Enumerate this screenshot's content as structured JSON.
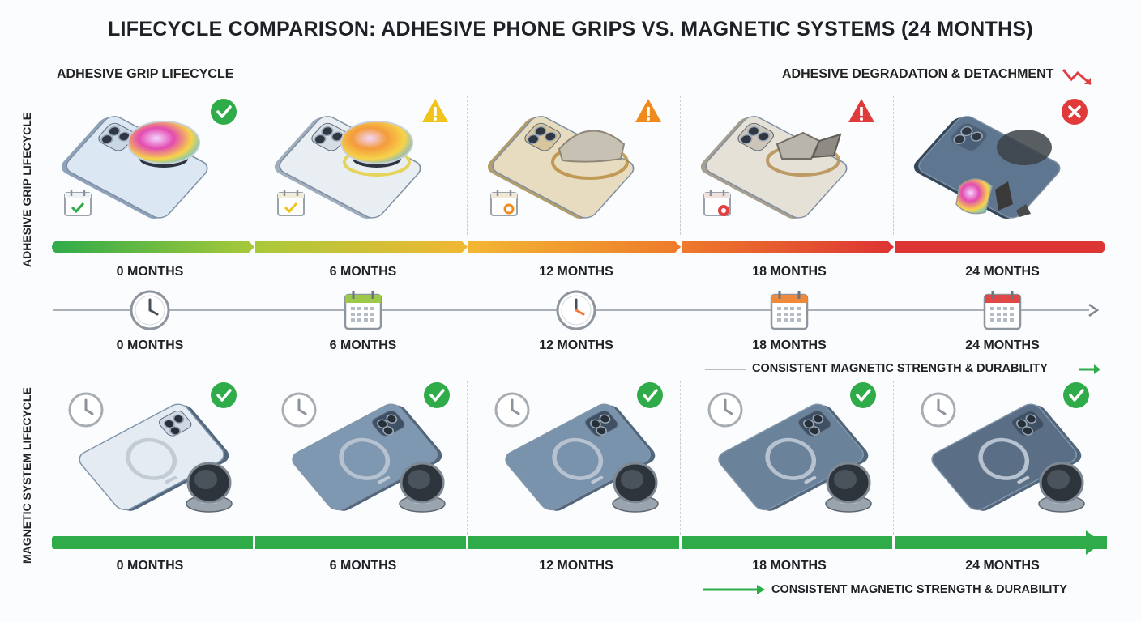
{
  "title": "LIFECYCLE COMPARISON: ADHESIVE PHONE GRIPS VS. MAGNETIC SYSTEMS (24 MONTHS)",
  "adhesive": {
    "header_label": "ADHESIVE GRIP LIFECYCLE",
    "side_label": "ADHESIVE GRIP LIFECYCLE",
    "degradation_label": "ADHESIVE DEGRADATION & DETACHMENT",
    "months": [
      "0 MONTHS",
      "6 MONTHS",
      "12 MONTHS",
      "18 MONTHS",
      "24 MONTHS"
    ],
    "status_icons": [
      "check-badge",
      "warning-badge",
      "warning-badge",
      "warning-badge",
      "error-badge"
    ],
    "bar_colors": [
      "#2fab4a",
      "#a9c93a",
      "#f2b733",
      "#ee7a2b",
      "#dd3434"
    ]
  },
  "timeline": {
    "months": [
      "0 MONTHS",
      "6 MONTHS",
      "12 MONTHS",
      "18 MONTHS",
      "24 MONTHS"
    ],
    "icons": [
      "clock-icon",
      "calendar-icon",
      "clock-icon",
      "calendar-icon",
      "calendar-icon"
    ]
  },
  "magnetic": {
    "side_label": "MAGNETIC SYSTEM LIFECYCLE",
    "strength_label_top": "CONSISTENT MAGNETIC STRENGTH & DURABILITY",
    "strength_label_bottom": "CONSISTENT MAGNETIC STRENGTH & DURABILITY",
    "months": [
      "0 MONTHS",
      "6 MONTHS",
      "12 MONTHS",
      "18 MONTHS",
      "24 MONTHS"
    ],
    "status_icons": [
      "check-badge",
      "check-badge",
      "check-badge",
      "check-badge",
      "check-badge"
    ],
    "bar_color": "#2fab4a"
  },
  "colors": {
    "ok": "#2fab4a",
    "caution": "#f0c419",
    "warning": "#f08a1c",
    "danger": "#e03a3a"
  }
}
